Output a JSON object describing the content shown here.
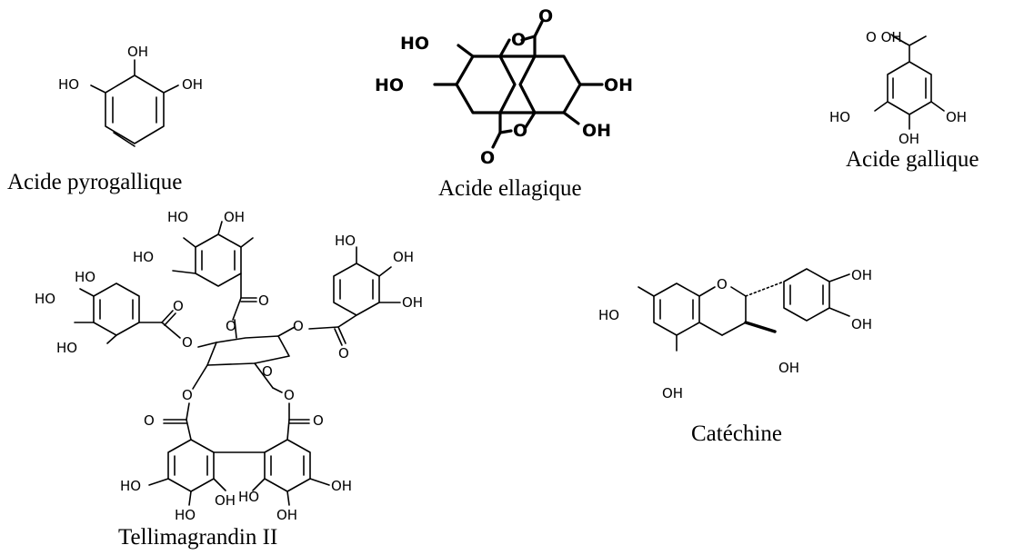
{
  "figure": {
    "names": {
      "pyrogallic": "Acide pyrogallique",
      "ellagic": "Acide ellagique",
      "gallic": "Acide gallique",
      "tellimagrandin": "Tellimagrandin II",
      "catechin": "Catéchine"
    },
    "atoms": {
      "ho": "HO",
      "oh": "OH",
      "o": "O",
      "o_oh": "O  OH"
    }
  }
}
